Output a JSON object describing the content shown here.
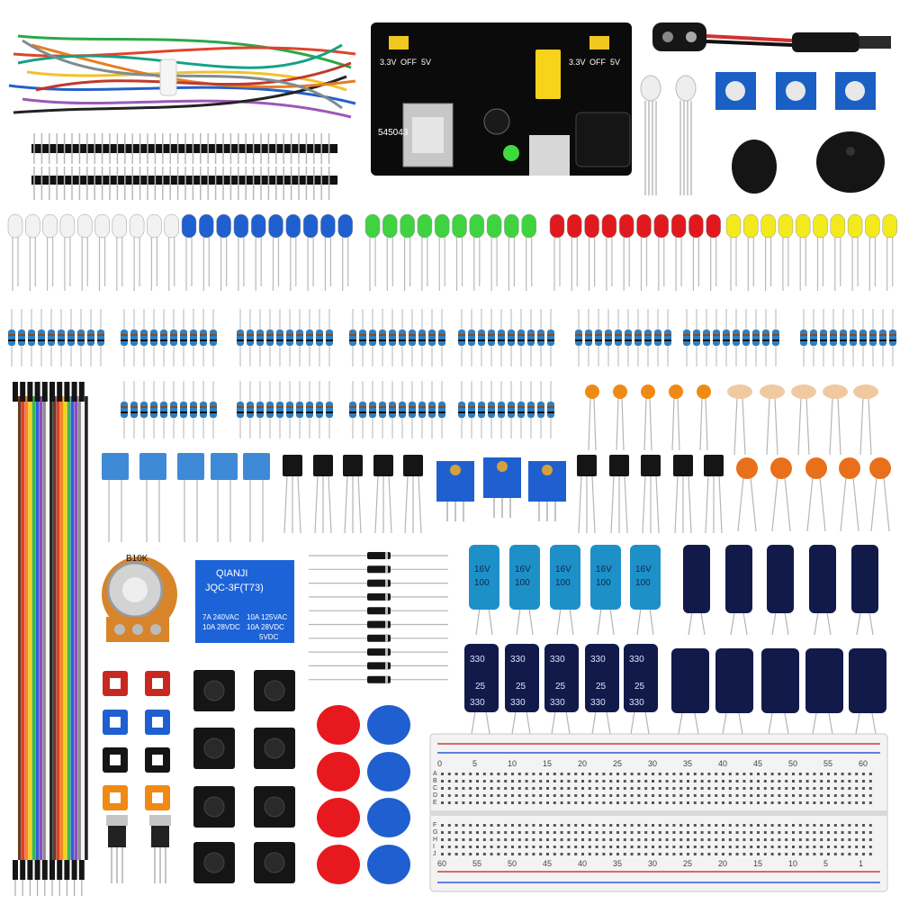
{
  "power_module": {
    "labels": [
      "3.3V",
      "OFF",
      "5V",
      "3.3V",
      "OFF",
      "5V"
    ],
    "board_code": "545043"
  },
  "potentiometer": {
    "label": "B10K"
  },
  "relay": {
    "brand": "QIANJI",
    "model": "JQC-3F(T73)",
    "rating_left_1": "7A  240VAC",
    "rating_left_2": "10A  28VDC",
    "rating_right_1": "10A 125VAC",
    "rating_right_2": "10A  28VDC",
    "coil": "5VDC"
  },
  "capacitors": {
    "small_cap_voltage": "16V",
    "small_cap_value": "100",
    "large_cap_value": "330",
    "large_cap_voltage": "25"
  },
  "breadboard": {
    "columns_top": [
      "0",
      "5",
      "10",
      "15",
      "20",
      "25",
      "30",
      "35",
      "40",
      "45",
      "50",
      "55",
      "60"
    ],
    "columns_bottom": [
      "60",
      "55",
      "50",
      "45",
      "40",
      "35",
      "30",
      "25",
      "20",
      "15",
      "10",
      "5",
      "1"
    ],
    "rows": [
      "A",
      "B",
      "C",
      "D",
      "E",
      "F",
      "G",
      "H",
      "I",
      "J"
    ]
  },
  "colors": {
    "led_white": "#f2f2f2",
    "led_blue": "#1f5fcf",
    "led_green": "#3fd33f",
    "led_red": "#e0191e",
    "led_yellow": "#f3ea1d",
    "board": "#111111",
    "cap_blue": "#1e90c8",
    "cap_navy": "#121a4a",
    "cap_orange": "#ef8a14"
  }
}
